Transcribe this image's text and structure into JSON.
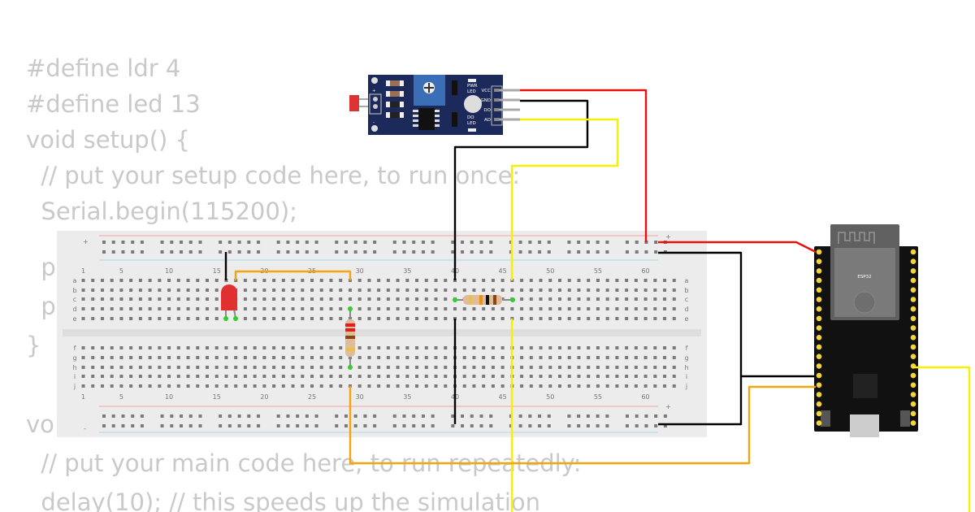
{
  "code": {
    "lines": [
      "#define ldr 4",
      "#define led 13",
      "void setup() {",
      "  // put your setup code here, to run once:",
      "  Serial.begin(115200);",
      "  p",
      "  p",
      "}",
      "",
      "vo",
      "  // put your main code here, to run repeatedly:",
      "  delay(10); // this speeds up the simulation"
    ]
  },
  "breadboard": {
    "column_labels": [
      "1",
      "5",
      "10",
      "15",
      "20",
      "25",
      "30",
      "35",
      "40",
      "45",
      "50",
      "55",
      "60"
    ],
    "row_labels_top": [
      "a",
      "b",
      "c",
      "d",
      "e"
    ],
    "row_labels_bottom": [
      "f",
      "g",
      "h",
      "i",
      "j"
    ],
    "rail_plus": "+",
    "rail_minus": "-"
  },
  "ldr_module": {
    "pin_labels": [
      "VCC",
      "GND",
      "DO",
      "AO"
    ],
    "pwr_led_label": "PWR LED",
    "do_led_label": "DO LED",
    "plus": "+",
    "minus": "-"
  },
  "esp32": {
    "label": "ESP32"
  },
  "colors": {
    "wire_red": "#e8120c",
    "wire_black": "#000000",
    "wire_yellow": "#f7f000",
    "wire_orange": "#f5a40c",
    "module_blue": "#1b2a5a",
    "board_bg": "#ececec",
    "led_red": "#e0302f"
  }
}
